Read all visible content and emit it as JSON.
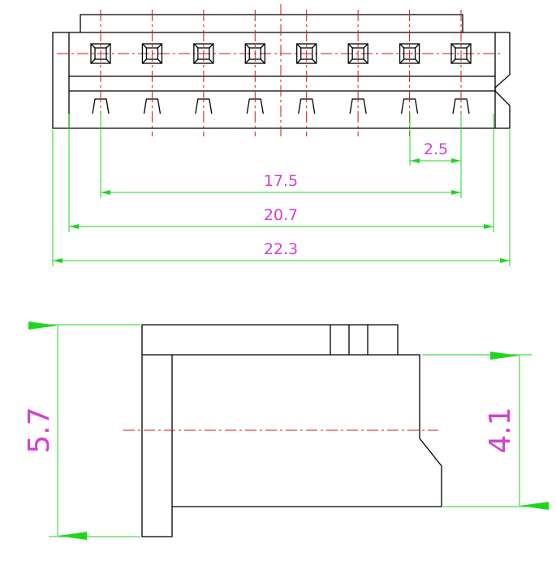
{
  "colors": {
    "outline": "#000000",
    "centerline": "#cc1a1a",
    "dimension_line": "#1fd61f",
    "dimension_text": "#d43fd4"
  },
  "top_view": {
    "pin_count": 8,
    "dimensions": {
      "pitch": "2.5",
      "pin_span": "17.5",
      "body_inner": "20.7",
      "overall_width": "22.3"
    }
  },
  "side_view": {
    "dimensions": {
      "overall_height": "5.7",
      "body_height": "4.1"
    }
  }
}
